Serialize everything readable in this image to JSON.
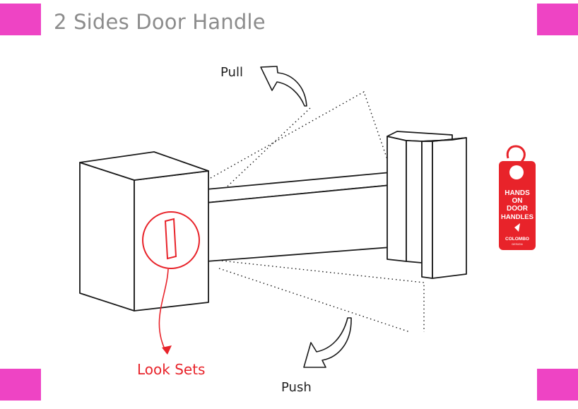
{
  "title": "2 Sides Door Handle",
  "labels": {
    "pull": "Pull",
    "push": "Push",
    "look_sets": "Look Sets"
  },
  "tag": {
    "line1": "HANDS",
    "line2": "ON",
    "line3": "DOOR",
    "line4": "HANDLES",
    "brand": "COLOMBO",
    "sub": "DESIGN"
  },
  "colors": {
    "accent_magenta": "#ee44c4",
    "highlight_red": "#e8232a",
    "title_gray": "#8c8c8c",
    "line_black": "#1a1a1a"
  }
}
